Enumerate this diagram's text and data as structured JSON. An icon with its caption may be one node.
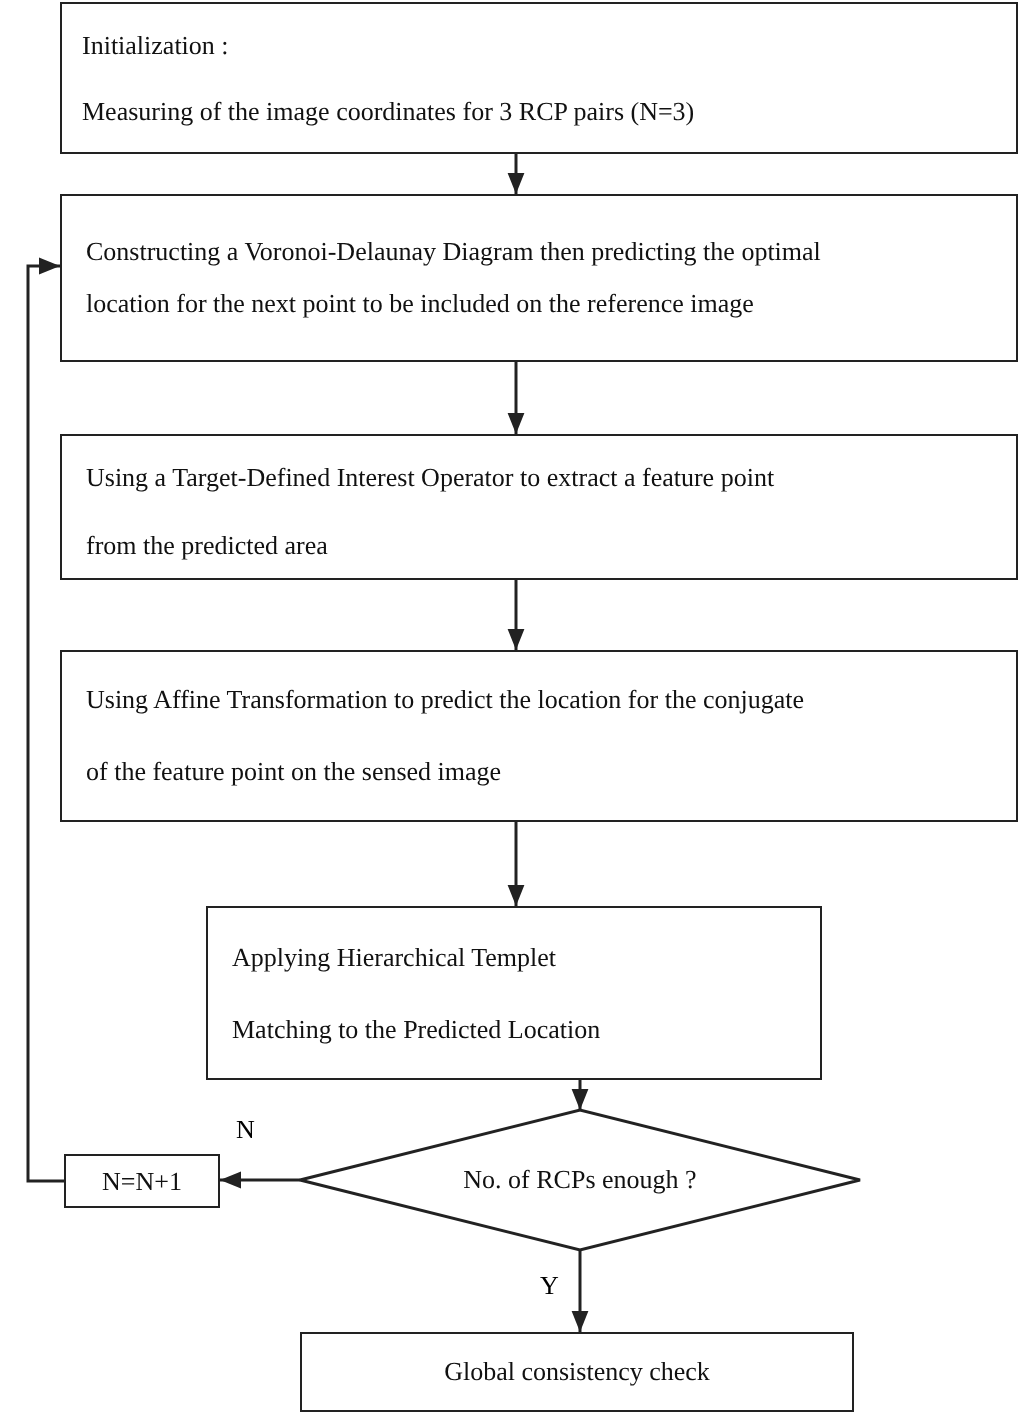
{
  "diagram": {
    "nodes": [
      {
        "text": [
          "Initialization :",
          "Measuring of the image coordinates for 3 RCP pairs (N=3)"
        ]
      },
      {
        "text": [
          "Constructing a Voronoi-Delaunay Diagram then predicting the optimal location for the next point to be included on the reference image"
        ]
      },
      {
        "text": [
          "Using a Target-Defined Interest Operator to extract a feature point from the predicted area"
        ]
      },
      {
        "text": [
          "Using Affine Transformation to predict the location for the conjugate of the feature point on the sensed image"
        ]
      },
      {
        "text": [
          "Applying Hierarchical Templet Matching to the Predicted Location"
        ]
      },
      {
        "text": [
          "No. of RCPs enough ?"
        ]
      },
      {
        "text": [
          "N=N+1"
        ]
      },
      {
        "text": [
          "Global consistency check"
        ]
      }
    ],
    "edges": [
      {
        "from": 0,
        "to": 1,
        "arrow": "to"
      },
      {
        "from": 1,
        "to": 2,
        "arrow": "to"
      },
      {
        "from": 2,
        "to": 3,
        "arrow": "to"
      },
      {
        "from": 3,
        "to": 4,
        "arrow": "to"
      },
      {
        "from": 4,
        "to": 5,
        "arrow": "to"
      },
      {
        "from": 5,
        "to": 6,
        "arrow": "to",
        "label": "N"
      },
      {
        "from": 6,
        "to": 1,
        "arrow": "to"
      },
      {
        "from": 5,
        "to": 7,
        "arrow": "to",
        "label": "Y"
      }
    ]
  }
}
